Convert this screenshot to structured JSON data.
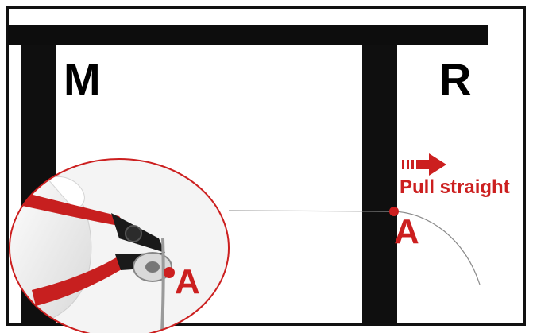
{
  "labels": {
    "left_post": "M",
    "right_post": "R",
    "point_right": "A",
    "point_inset": "A",
    "instruction": "Pull straight"
  },
  "icons": {
    "direction_arrow": "right-arrow-icon",
    "tool": "cable-cutter-icon"
  },
  "colors": {
    "accent": "#cc1f1f",
    "frame": "#0f0f0f",
    "background": "#ffffff",
    "cable": "#8a8a8a"
  }
}
